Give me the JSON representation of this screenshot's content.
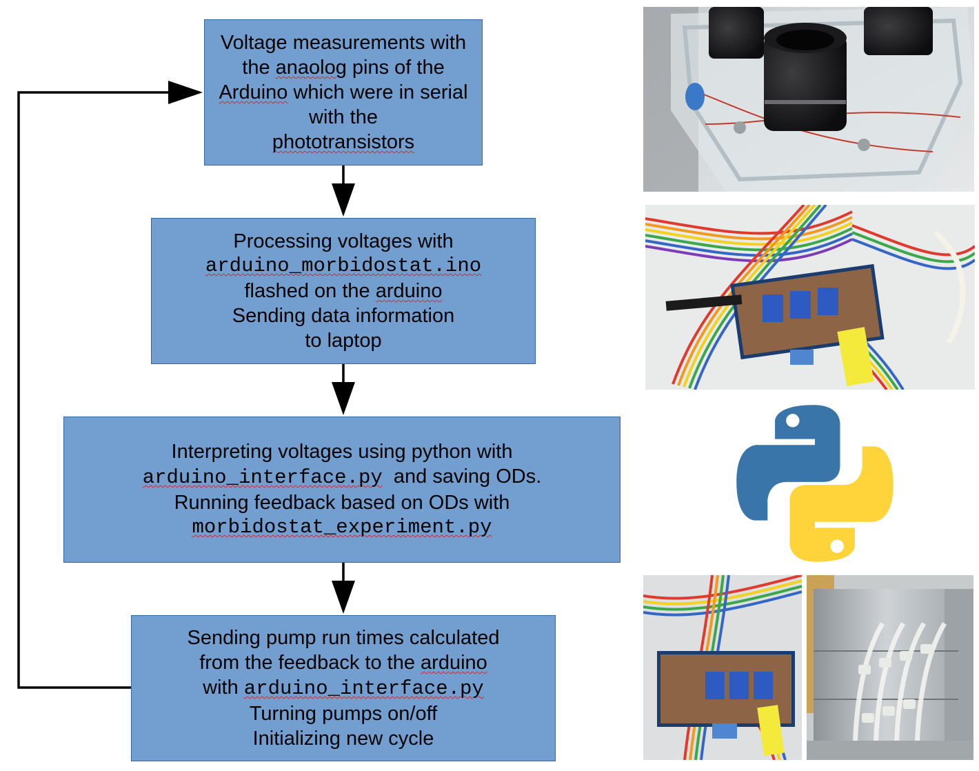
{
  "steps": [
    {
      "line1a": "Voltage measurements with",
      "line2a": "the ",
      "line2b": "anaolog",
      "line2c": " pins of the",
      "line3a": "Arduino",
      "line3b": " which were in serial",
      "line4": "with the",
      "line5": "phototransistors"
    },
    {
      "line1": "Processing voltages with",
      "file": "arduino_morbidostat.ino",
      "line3a": "flashed on the ",
      "line3b": "arduino",
      "line4": "Sending data information",
      "line5": "to laptop"
    },
    {
      "line1": "Interpreting voltages using python with",
      "file1": "arduino_interface.py",
      "line2b": "  and saving ODs.",
      "line3": "Running feedback based on ODs with",
      "file2": "morbidostat_experiment.py"
    },
    {
      "line1": "Sending pump run times calculated",
      "line2a": "from the feedback to the ",
      "line2b": "arduino",
      "line3a": "with ",
      "file": "arduino_interface.py",
      "line4": "Turning pumps on/off",
      "line5": "Initializing new cycle"
    }
  ],
  "colors": {
    "box_fill": "#729fcf",
    "box_border": "#3465a4",
    "arrow": "#000000",
    "python_blue": "#3a75aa",
    "python_yellow": "#ffd43b"
  },
  "images": [
    "vials-photo",
    "arduino-wiring-photo",
    "python-logo",
    "arduino-wiring-photo-small",
    "pump-photo"
  ]
}
